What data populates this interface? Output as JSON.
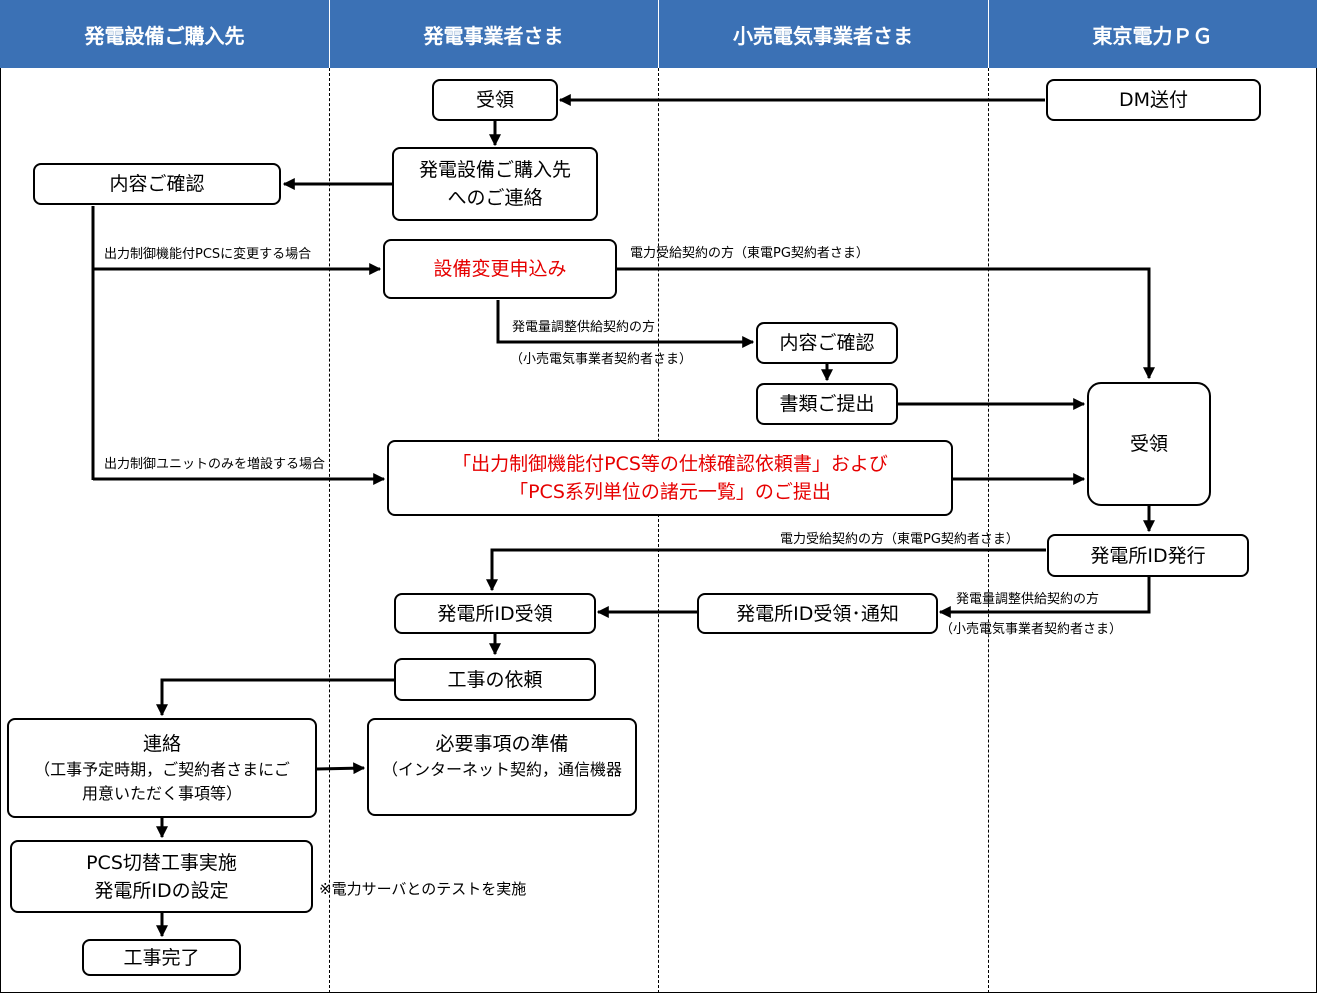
{
  "lanes": [
    "発電設備ご購入先",
    "発電事業者さま",
    "小売電気事業者さま",
    "東京電力ＰＧ"
  ],
  "boxes": {
    "dm_send": "DM送付",
    "receive1": "受領",
    "contact_supplier_l1": "発電設備ご購入先",
    "contact_supplier_l2": "へのご連絡",
    "confirm1": "内容ご確認",
    "equip_change": "設備変更申込み",
    "confirm2": "内容ご確認",
    "submit_docs": "書類ご提出",
    "receive2": "受領",
    "spec_request_l1": "「出力制御機能付PCS等の仕様確認依頼書」および",
    "spec_request_l2": "「PCS系列単位の諸元一覧」のご提出",
    "id_issue": "発電所ID発行",
    "id_receive": "発電所ID受領",
    "id_receive_notify": "発電所ID受領･通知",
    "work_request": "工事の依頼",
    "contact_l1": "連絡",
    "contact_l2": "（工事予定時期，ご契約者さまにご",
    "contact_l3": "用意いただく事項等）",
    "prep_l1": "必要事項の準備",
    "prep_l2": "（インターネット契約，通信機器",
    "pcs_work_l1": "PCS切替工事実施",
    "pcs_work_l2": "発電所IDの設定",
    "work_done": "工事完了"
  },
  "labels": {
    "pcs_change_case": "出力制御機能付PCSに変更する場合",
    "unit_add_case": "出力制御ユニットのみを増設する場合",
    "power_contract": "電力受給契約の方（東電PG契約者さま）",
    "power_contract2": "電力受給契約の方（東電PG契約者さま）",
    "balancing_contract": "発電量調整供給契約の方",
    "retail_contractor": "（小売電気事業者契約者さま）",
    "balancing_contract2": "発電量調整供給契約の方",
    "retail_contractor2": "（小売電気事業者契約者さま）"
  },
  "note": "※電力サーバとのテストを実施"
}
